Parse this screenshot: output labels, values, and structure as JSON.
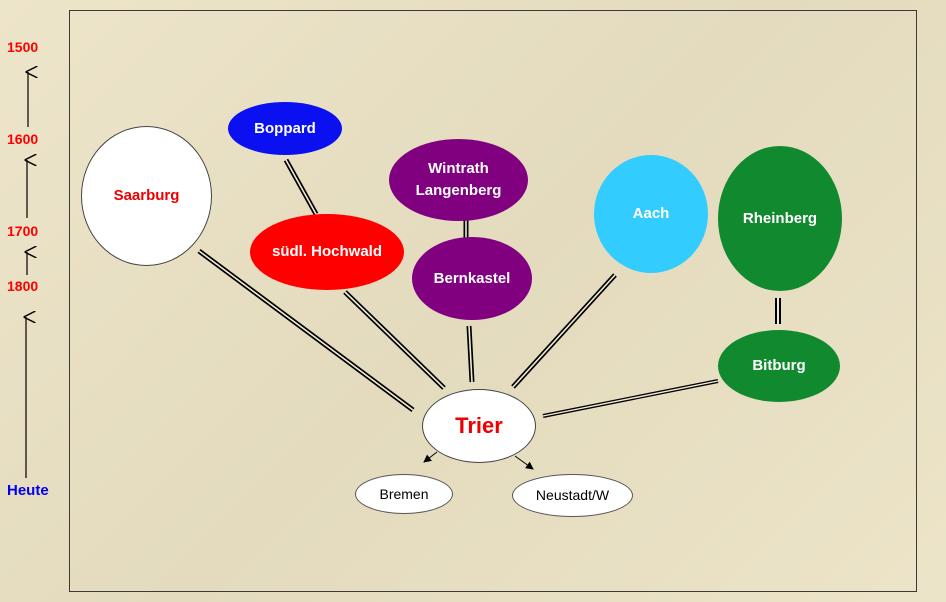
{
  "timeline": {
    "y1500": "1500",
    "y1600": "1600",
    "y1700": "1700",
    "y1800": "1800",
    "today": "Heute"
  },
  "colors": {
    "year": "#ff0000",
    "today": "#0000ee",
    "boppard": "#0a10f0",
    "hochwald": "#ff0000",
    "wintrath": "#800080",
    "bernkastel": "#800080",
    "aach": "#33ccff",
    "rheinberg": "#118a2f",
    "bitburg": "#118a2f",
    "saarburg_text": "#ee0000",
    "trier_text": "#ee0000"
  },
  "nodes": {
    "saarburg": "Saarburg",
    "boppard": "Boppard",
    "hochwald": "südl. Hochwald",
    "wintrath_1": "Wintrath",
    "wintrath_2": "Langenberg",
    "bernkastel": "Bernkastel",
    "aach": "Aach",
    "rheinberg": "Rheinberg",
    "bitburg": "Bitburg",
    "trier": "Trier",
    "bremen": "Bremen",
    "neustadt": "Neustadt/W"
  }
}
